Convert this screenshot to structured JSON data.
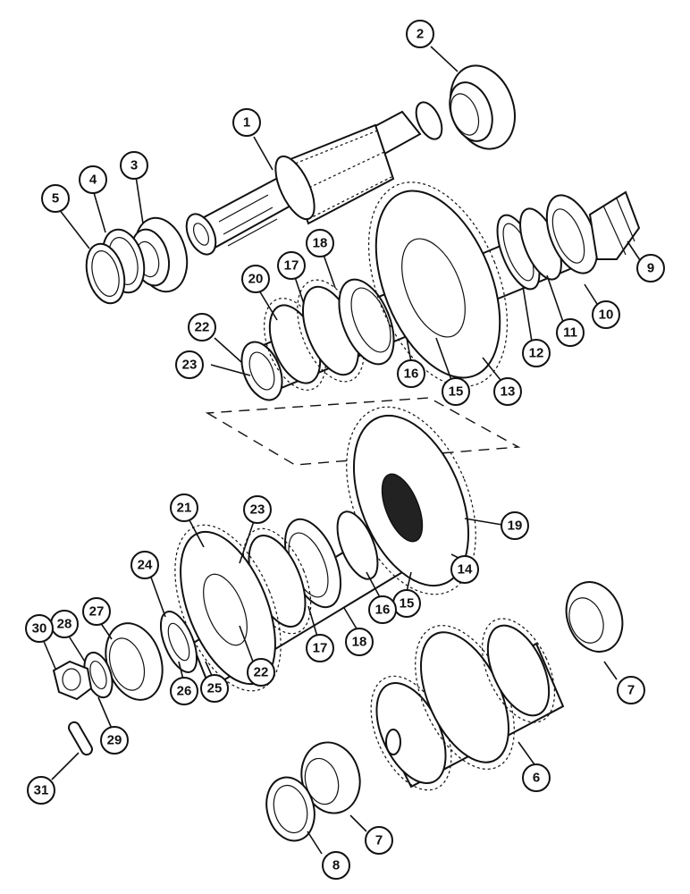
{
  "callouts": [
    {
      "id": "c1",
      "label": "1"
    },
    {
      "id": "c2",
      "label": "2"
    },
    {
      "id": "c3",
      "label": "3"
    },
    {
      "id": "c4",
      "label": "4"
    },
    {
      "id": "c5",
      "label": "5"
    },
    {
      "id": "c6",
      "label": "6"
    },
    {
      "id": "c7a",
      "label": "7"
    },
    {
      "id": "c7b",
      "label": "7"
    },
    {
      "id": "c8",
      "label": "8"
    },
    {
      "id": "c9",
      "label": "9"
    },
    {
      "id": "c10",
      "label": "10"
    },
    {
      "id": "c11",
      "label": "11"
    },
    {
      "id": "c12",
      "label": "12"
    },
    {
      "id": "c13",
      "label": "13"
    },
    {
      "id": "c14",
      "label": "14"
    },
    {
      "id": "c15a",
      "label": "15"
    },
    {
      "id": "c15b",
      "label": "15"
    },
    {
      "id": "c16a",
      "label": "16"
    },
    {
      "id": "c16b",
      "label": "16"
    },
    {
      "id": "c17a",
      "label": "17"
    },
    {
      "id": "c17b",
      "label": "17"
    },
    {
      "id": "c18a",
      "label": "18"
    },
    {
      "id": "c18b",
      "label": "18"
    },
    {
      "id": "c19",
      "label": "19"
    },
    {
      "id": "c20",
      "label": "20"
    },
    {
      "id": "c21",
      "label": "21"
    },
    {
      "id": "c22a",
      "label": "22"
    },
    {
      "id": "c22b",
      "label": "22"
    },
    {
      "id": "c23a",
      "label": "23"
    },
    {
      "id": "c23b",
      "label": "23"
    },
    {
      "id": "c24",
      "label": "24"
    },
    {
      "id": "c25",
      "label": "25"
    },
    {
      "id": "c26",
      "label": "26"
    },
    {
      "id": "c27",
      "label": "27"
    },
    {
      "id": "c28",
      "label": "28"
    },
    {
      "id": "c29",
      "label": "29"
    },
    {
      "id": "c30",
      "label": "30"
    },
    {
      "id": "c31",
      "label": "31"
    }
  ]
}
